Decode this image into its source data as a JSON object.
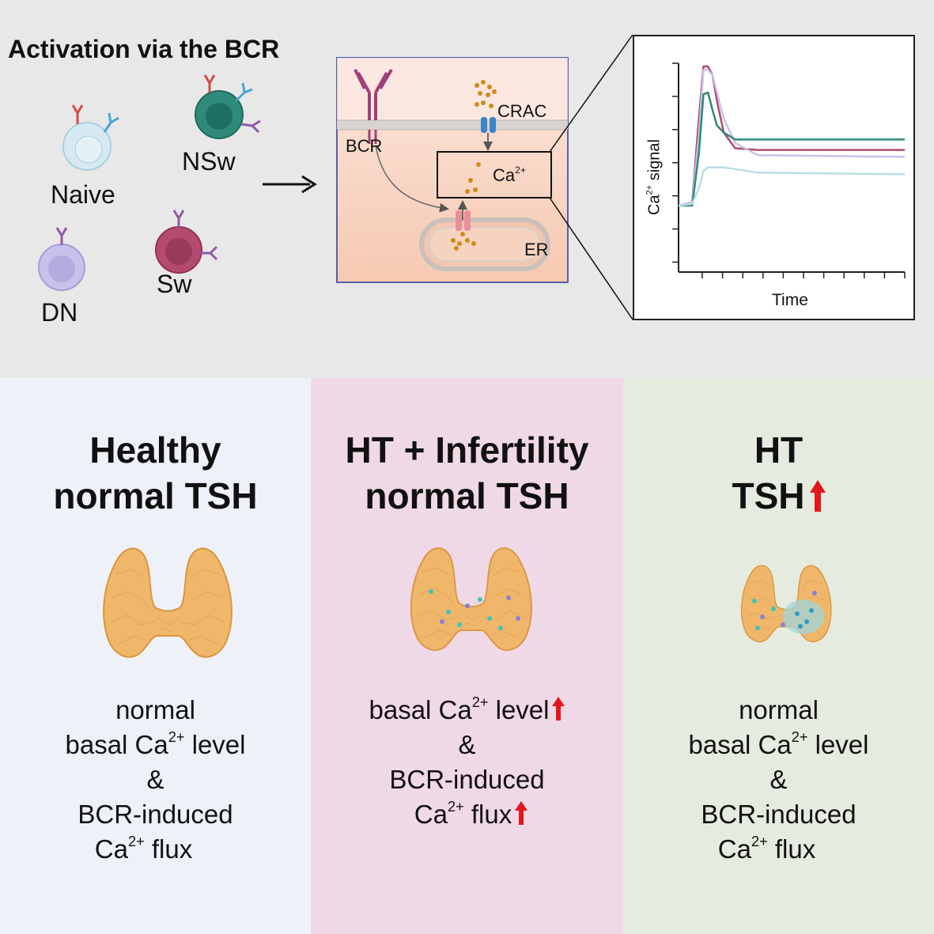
{
  "top": {
    "title": "Activation via the BCR",
    "cell_types": [
      {
        "label": "Naive",
        "color": "#d6e9f2"
      },
      {
        "label": "NSw",
        "color": "#2f8a7a"
      },
      {
        "label": "DN",
        "color": "#c7c2ec"
      },
      {
        "label": "Sw",
        "color": "#b44a6e"
      }
    ],
    "schematic": {
      "bcr_label": "BCR",
      "crac_label": "CRAC",
      "ca_label_base": "Ca",
      "ca_label_sup": "2+",
      "er_label": "ER"
    },
    "chart_data": {
      "type": "line",
      "xlabel": "Time",
      "ylabel_base": "Ca",
      "ylabel_sup": "2+",
      "ylabel_rest": " signal",
      "series": [
        {
          "color": "#b44a6e",
          "x": [
            0,
            6,
            9,
            11,
            13,
            15,
            17,
            20,
            25,
            35,
            100
          ],
          "y": [
            0.2,
            0.22,
            0.7,
            1.0,
            1.0,
            0.95,
            0.8,
            0.62,
            0.53,
            0.52,
            0.52
          ]
        },
        {
          "color": "#c7c2ec",
          "x": [
            0,
            6,
            9,
            11,
            13,
            15,
            17,
            20,
            25,
            35,
            100
          ],
          "y": [
            0.2,
            0.22,
            0.6,
            0.98,
            0.98,
            0.95,
            0.85,
            0.7,
            0.56,
            0.49,
            0.48
          ]
        },
        {
          "color": "#2f8a7a",
          "x": [
            0,
            6,
            9,
            11,
            13,
            15,
            17,
            20,
            25,
            35,
            100
          ],
          "y": [
            0.2,
            0.2,
            0.5,
            0.84,
            0.85,
            0.75,
            0.66,
            0.62,
            0.58,
            0.58,
            0.58
          ]
        },
        {
          "color": "#b9dde8",
          "x": [
            0,
            6,
            9,
            11,
            13,
            15,
            17,
            20,
            25,
            35,
            100
          ],
          "y": [
            0.2,
            0.21,
            0.3,
            0.4,
            0.42,
            0.42,
            0.42,
            0.42,
            0.41,
            0.39,
            0.38
          ]
        }
      ]
    }
  },
  "panels": [
    {
      "title_lines": [
        "Healthy",
        "normal TSH"
      ],
      "title_arrow": false,
      "text_lines": [
        {
          "a": "normal"
        },
        {
          "a": "basal Ca",
          "sup": "2+",
          "b": " level"
        },
        {
          "a": "&"
        },
        {
          "a": "BCR-induced"
        },
        {
          "a": "Ca",
          "sup": "2+",
          "b": " flux"
        }
      ]
    },
    {
      "title_lines": [
        "HT + Infertility",
        "normal TSH"
      ],
      "title_arrow": false,
      "text_lines": [
        {
          "a": "basal Ca",
          "sup": "2+",
          "b": " level",
          "arrow": true
        },
        {
          "a": "&"
        },
        {
          "a": "BCR-induced"
        },
        {
          "a": "Ca",
          "sup": "2+",
          "b": " flux",
          "arrow": true
        }
      ]
    },
    {
      "title_lines": [
        "HT",
        "TSH"
      ],
      "title_arrow": true,
      "text_lines": [
        {
          "a": "normal"
        },
        {
          "a": "basal Ca",
          "sup": "2+",
          "b": " level"
        },
        {
          "a": "&"
        },
        {
          "a": "BCR-induced"
        },
        {
          "a": "Ca",
          "sup": "2+",
          "b": " flux"
        }
      ]
    }
  ],
  "colors": {
    "up_arrow": "#e4161b",
    "thyroid": "#f0b76a",
    "thyroid_edge": "#d99640"
  }
}
